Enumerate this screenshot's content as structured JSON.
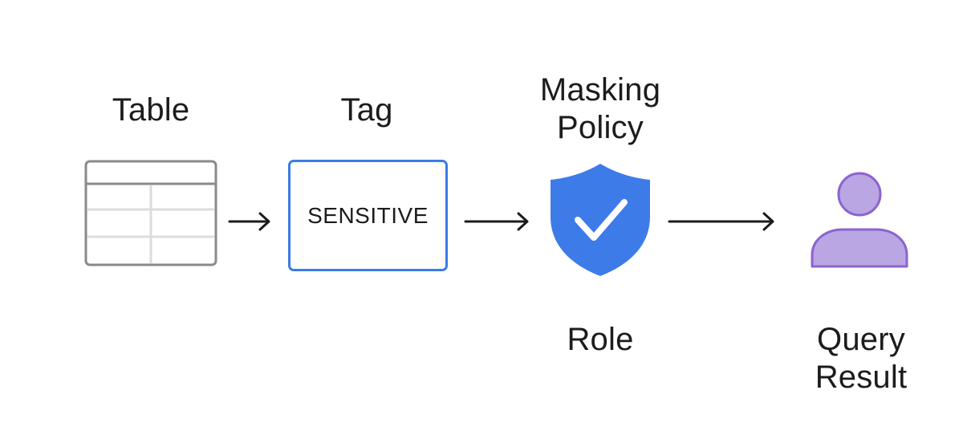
{
  "nodes": {
    "table": {
      "label": "Table",
      "icon": "table-icon"
    },
    "tag": {
      "label": "Tag",
      "text": "SENSITIVE"
    },
    "masking_policy": {
      "label_line1": "Masking",
      "label_line2": "Policy",
      "icon": "shield-check-icon"
    },
    "role": {
      "label": "Role"
    },
    "query_result": {
      "label_line1": "Query",
      "label_line2": "Result",
      "icon": "user-icon"
    }
  },
  "colors": {
    "text": "#1c1c1e",
    "table_stroke": "#8a8a8a",
    "table_grid": "#dcdcdc",
    "tag_border": "#3b7be6",
    "shield_fill": "#3d7be8",
    "check": "#ffffff",
    "user_fill": "#b9a6e3",
    "user_stroke": "#8c63cf",
    "arrow": "#1c1c1e"
  }
}
